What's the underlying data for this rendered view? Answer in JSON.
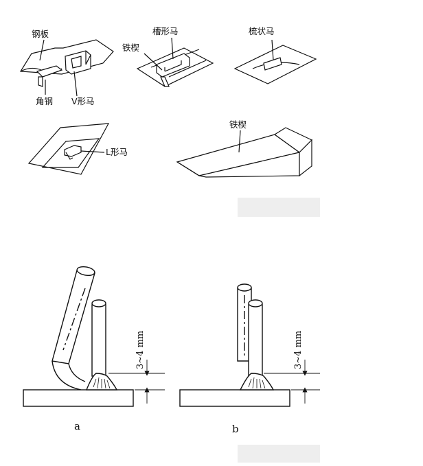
{
  "figure_top": {
    "labels": {
      "steel_plate": "钢板",
      "angle_steel": "角钢",
      "v_clamp": "V形马",
      "iron_wedge_1": "铁楔",
      "channel_clamp": "槽形马",
      "comb_clamp": "梳状马",
      "l_clamp": "L形马",
      "iron_wedge_2": "铁楔"
    }
  },
  "figure_bottom": {
    "dimension_a": "3~4 mm",
    "dimension_b": "3~4 mm",
    "caption_a": "a",
    "caption_b": "b"
  },
  "colors": {
    "line": "#111111",
    "watermark": "#eeeeee"
  }
}
